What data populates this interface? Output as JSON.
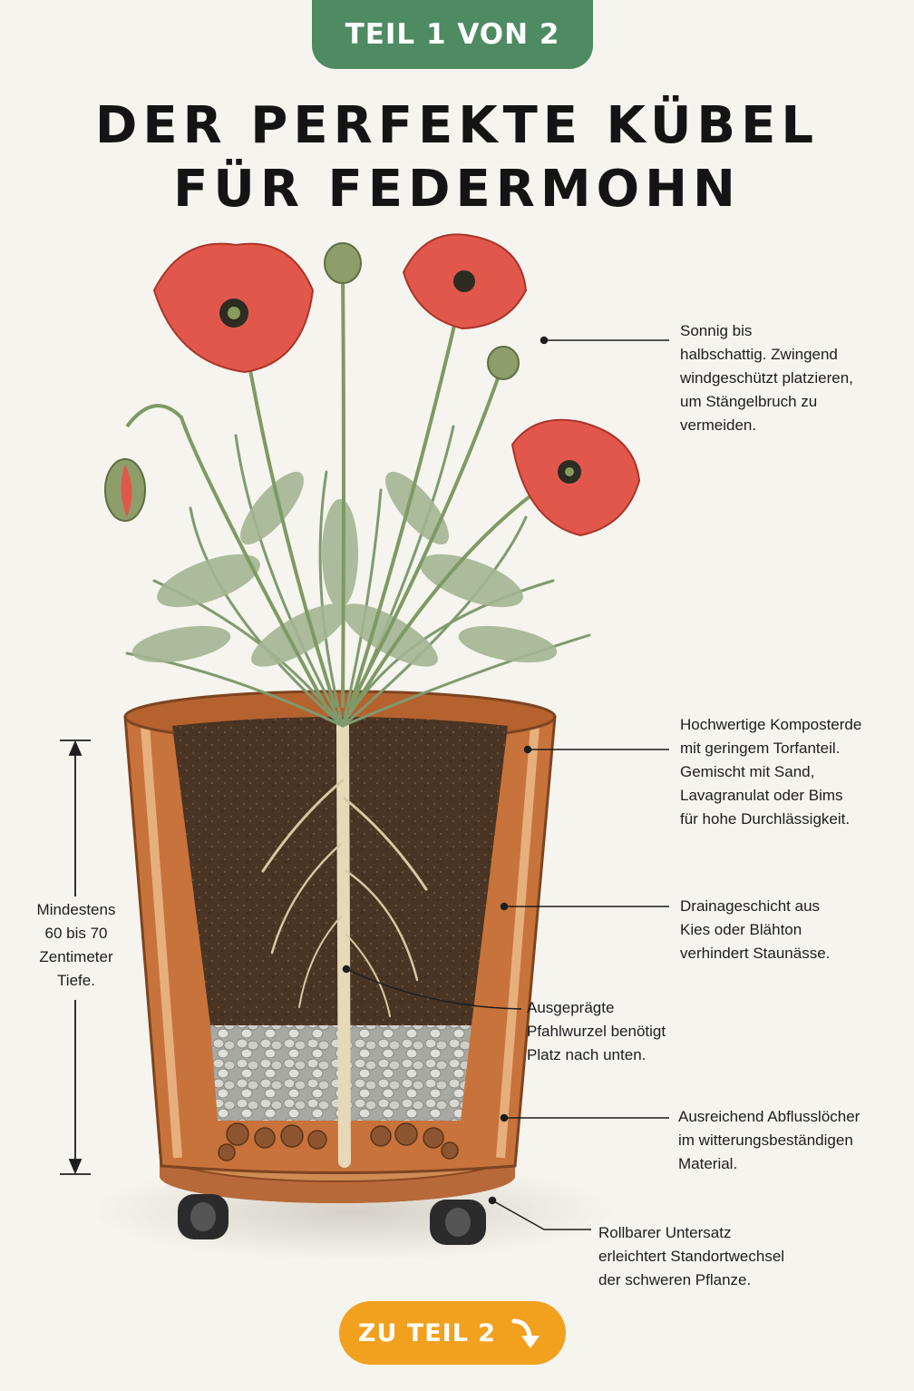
{
  "header": {
    "badge": "TEIL 1 VON 2",
    "title_line1": "DER PERFEKTE KÜBEL",
    "title_line2": "FÜR FEDERMOHN"
  },
  "annotations": {
    "sun": "Sonnig bis\nhalbschattig. Zwingend\nwindgeschützt platzieren,\num Stängelbruch zu\nvermeiden.",
    "soil": "Hochwertige Komposterde\nmit geringem Torfanteil.\nGemischt mit Sand,\nLavagranulat oder Bims\nfür hohe Durchlässigkeit.",
    "drainage": "Drainageschicht aus\nKies oder Blähton\nverhindert Staunässe.",
    "taproot": "Ausgeprägte\nPfahlwurzel benötigt\nPlatz nach unten.",
    "holes": "Ausreichend Abflusslöcher\nim witterungsbeständigen\nMaterial.",
    "saucer": "Rollbarer Untersatz\nerleichtert Standortwechsel\nder schweren Pflanze.",
    "depth": "Mindestens\n60 bis 70\nZentimeter\nTiefe."
  },
  "cta": {
    "label": "ZU TEIL 2",
    "icon": "arrow-down-right-icon"
  },
  "colors": {
    "badge": "#4e8a62",
    "cta": "#f1a11e",
    "pot": "#c8733b",
    "soil": "#4a3424",
    "poppy": "#e2574c",
    "foliage": "#8aa07a"
  }
}
